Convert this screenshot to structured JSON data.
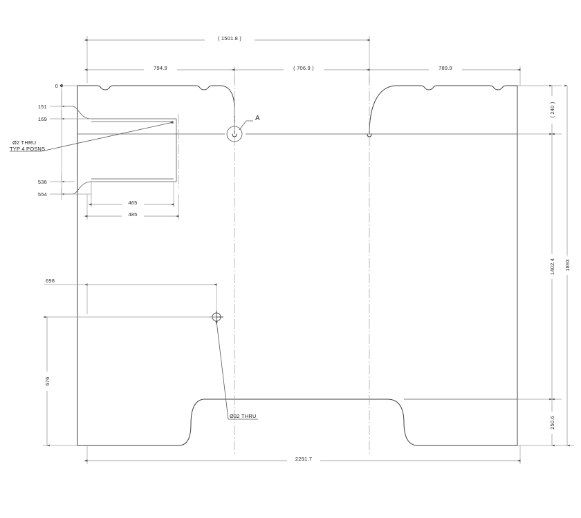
{
  "drawing": {
    "type": "mechanical-2d-outline-drawing",
    "units_note": "mm",
    "background_color": "#ffffff",
    "line_color": "#3c3c3c",
    "dimension_color": "#8a8a8a",
    "text_color": "#2b2b2b"
  },
  "notes": [
    {
      "id": "hole-note-small",
      "line1": "Ø2 THRU",
      "line2": "TYP 4 POSNS"
    },
    {
      "id": "hole-note-large",
      "line1": "Ø32 THRU"
    }
  ],
  "callouts": [
    {
      "id": "detail-a",
      "label": "A"
    }
  ],
  "horizontal_dimensions": [
    {
      "id": "overall-top-ref",
      "value": "( 1501.8 )"
    },
    {
      "id": "top-left-segment",
      "value": "794.9"
    },
    {
      "id": "top-mid-segment",
      "value": "( 706.9 )"
    },
    {
      "id": "top-right-segment",
      "value": "789.9"
    },
    {
      "id": "cutout-inner-width",
      "value": "465"
    },
    {
      "id": "cutout-outer-width",
      "value": "485"
    },
    {
      "id": "hole-x-offset",
      "value": "698"
    },
    {
      "id": "overall-bottom-width",
      "value": "2291.7"
    }
  ],
  "vertical_dimensions_left": [
    {
      "id": "datum-zero",
      "value": "0"
    },
    {
      "id": "dim-151",
      "value": "151"
    },
    {
      "id": "dim-169",
      "value": "169"
    },
    {
      "id": "dim-536",
      "value": "536"
    },
    {
      "id": "dim-554",
      "value": "554"
    },
    {
      "id": "hole-y-offset",
      "value": "676"
    }
  ],
  "vertical_dimensions_right": [
    {
      "id": "top-step-ref",
      "value": "( 240 )"
    },
    {
      "id": "mid-height",
      "value": "1402.4"
    },
    {
      "id": "overall-height",
      "value": "1893"
    },
    {
      "id": "bottom-step",
      "value": "250.6"
    }
  ]
}
